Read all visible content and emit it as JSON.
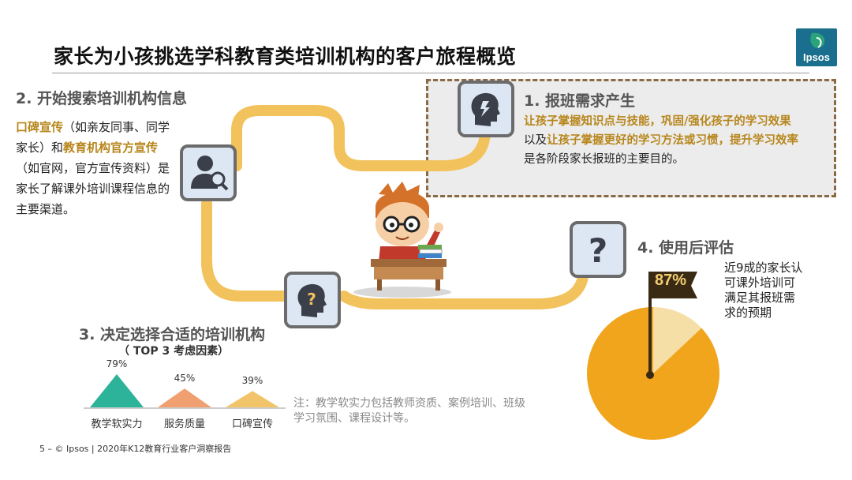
{
  "title": "家长为小孩挑选学科教育类培训机构的客户旅程概览",
  "logo_text": "Ipsos",
  "step1": {
    "title": "1. 报班需求产生",
    "line1_hl": "让孩子掌握知识点与技能，巩固/强化孩子的学习效果",
    "line2_pre": "以及",
    "line2_hl": "让孩子掌握更好的学习方法或习惯，提升学习效率",
    "line3": "是各阶段家长报班的主要目的。",
    "icon": "head-lightning-icon"
  },
  "step2": {
    "title": "2. 开始搜索培训机构信息",
    "hl1": "口碑宣传",
    "t1": "（如亲友同事、同学家长）和",
    "hl2": "教育机构官方宣传",
    "t2": "（如官网，官方宣传资料）是家长了解课外培训课程信息的主要渠道。",
    "icon": "person-search-icon"
  },
  "step3": {
    "title": "3. 决定选择合适的培训机构",
    "subtitle": "（ TOP 3 考虑因素）",
    "icon": "head-question-icon"
  },
  "step4": {
    "title": "4. 使用后评估",
    "flag_value": "87%",
    "description": "近9成的家长认可课外培训可满足其报班需求的预期",
    "icon": "question-mark-icon"
  },
  "chart_data": {
    "type": "bar",
    "categories": [
      "教学软实力",
      "服务质量",
      "口碑宣传"
    ],
    "values": [
      79,
      45,
      39
    ],
    "value_labels": [
      "79%",
      "45%",
      "39%"
    ],
    "colors": [
      "#2db39a",
      "#f0a070",
      "#f2c46a"
    ],
    "ylim": [
      0,
      100
    ]
  },
  "pie_data": {
    "type": "pie",
    "values": [
      87,
      13
    ],
    "colors": [
      "#f1a51d",
      "#f6dfa6"
    ]
  },
  "note": "注：教学软实力包括教师资质、案例培训、班级学习氛围、课程设计等。",
  "footer": "5 – © Ipsos | 2020年K12教育行业客户洞察报告"
}
